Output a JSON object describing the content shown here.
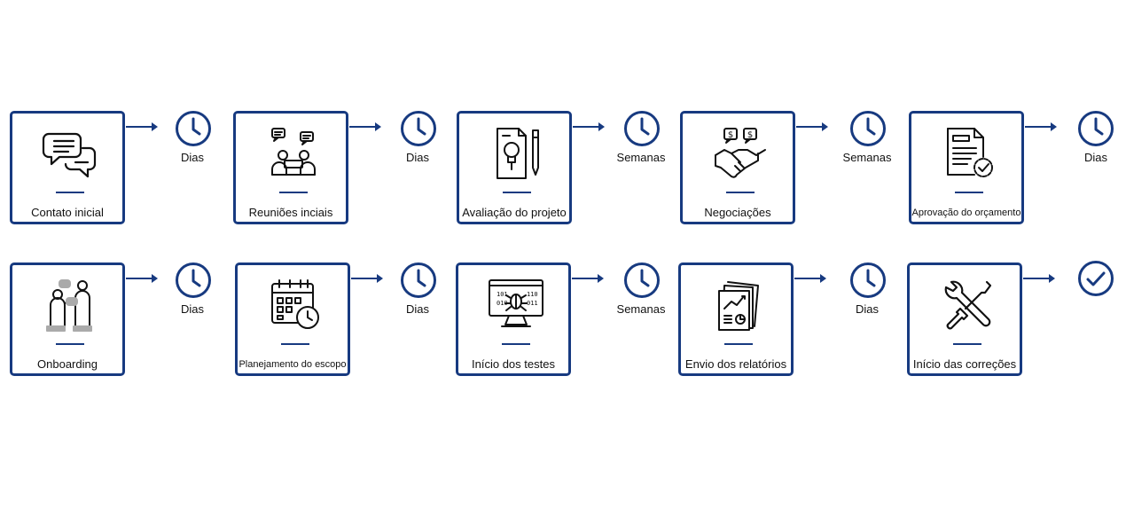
{
  "colors": {
    "primary": "#173a80",
    "text": "#111111",
    "background": "#ffffff"
  },
  "row1": {
    "steps": [
      {
        "label": "Contato inicial",
        "icon": "chat-bubbles-icon"
      },
      {
        "label": "Reuniões inciais",
        "icon": "meeting-people-icon"
      },
      {
        "label": "Avaliação do projeto",
        "icon": "document-lightbulb-pen-icon"
      },
      {
        "label": "Negociações",
        "icon": "handshake-money-icon"
      },
      {
        "label": "Aprovação do orçamento",
        "icon": "document-approved-icon"
      }
    ],
    "durations": [
      "Dias",
      "Dias",
      "Semanas",
      "Semanas",
      "Dias"
    ]
  },
  "row2": {
    "steps": [
      {
        "label": "Onboarding",
        "icon": "people-talking-icon"
      },
      {
        "label": "Planejamento do escopo",
        "icon": "calendar-clock-icon"
      },
      {
        "label": "Início dos testes",
        "icon": "monitor-bug-icon"
      },
      {
        "label": "Envio dos relatórios",
        "icon": "report-papers-icon"
      },
      {
        "label": "Início das correções",
        "icon": "wrench-screwdriver-icon"
      }
    ],
    "durations": [
      "Dias",
      "Dias",
      "Semanas",
      "Dias"
    ],
    "end_icon": "check-circle-icon"
  }
}
